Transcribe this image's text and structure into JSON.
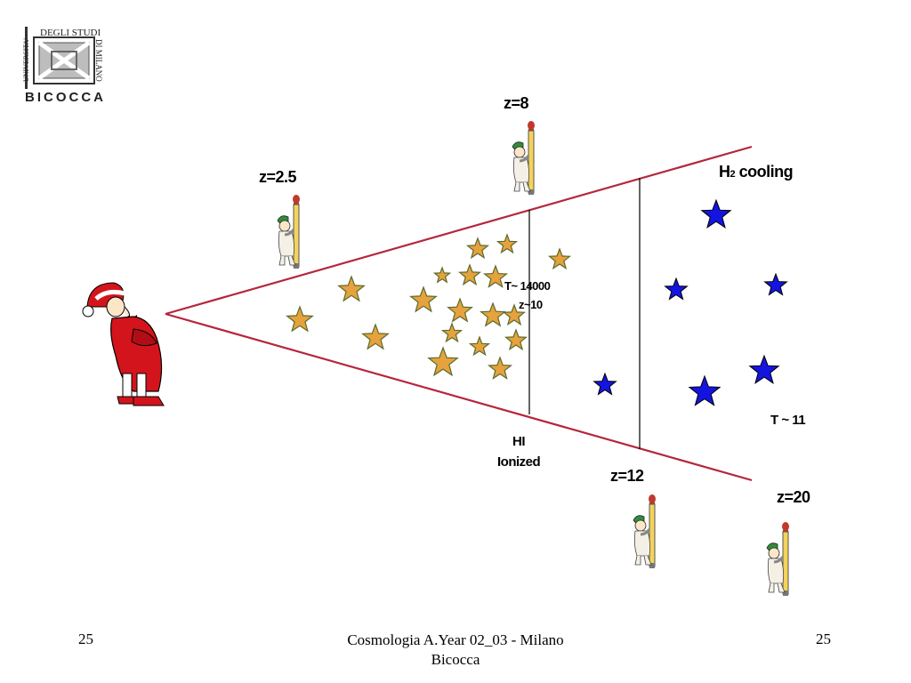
{
  "logo": {
    "line_vertical": "UNIVERSITA'",
    "line1": "DEGLI STUDI",
    "line2": "DI MILANO",
    "bottom": "BICOCCA"
  },
  "labels": {
    "z_observer_near": "z=2.5",
    "z_top": "z=8",
    "z_mid": "z=12",
    "z_far": "z=20",
    "h2_prefix": "H",
    "h2_sub": "2",
    "h2_suffix": " cooling",
    "t_hot": "T~ 14000",
    "z_hot": "z~10",
    "hi": "HI",
    "ionized": "Ionized",
    "t_cold": "T ~ 11"
  },
  "footer": {
    "left": "25",
    "center_line1": "Cosmologia A.Year 02_03 - Milano",
    "center_line2": "Bicocca",
    "right": "25"
  },
  "colors": {
    "cone": "#b5263d",
    "star_gold": "#e6a23c",
    "star_gold_edge": "#5b6b2e",
    "star_blue": "#1414e0",
    "santa_red": "#d4141c"
  }
}
